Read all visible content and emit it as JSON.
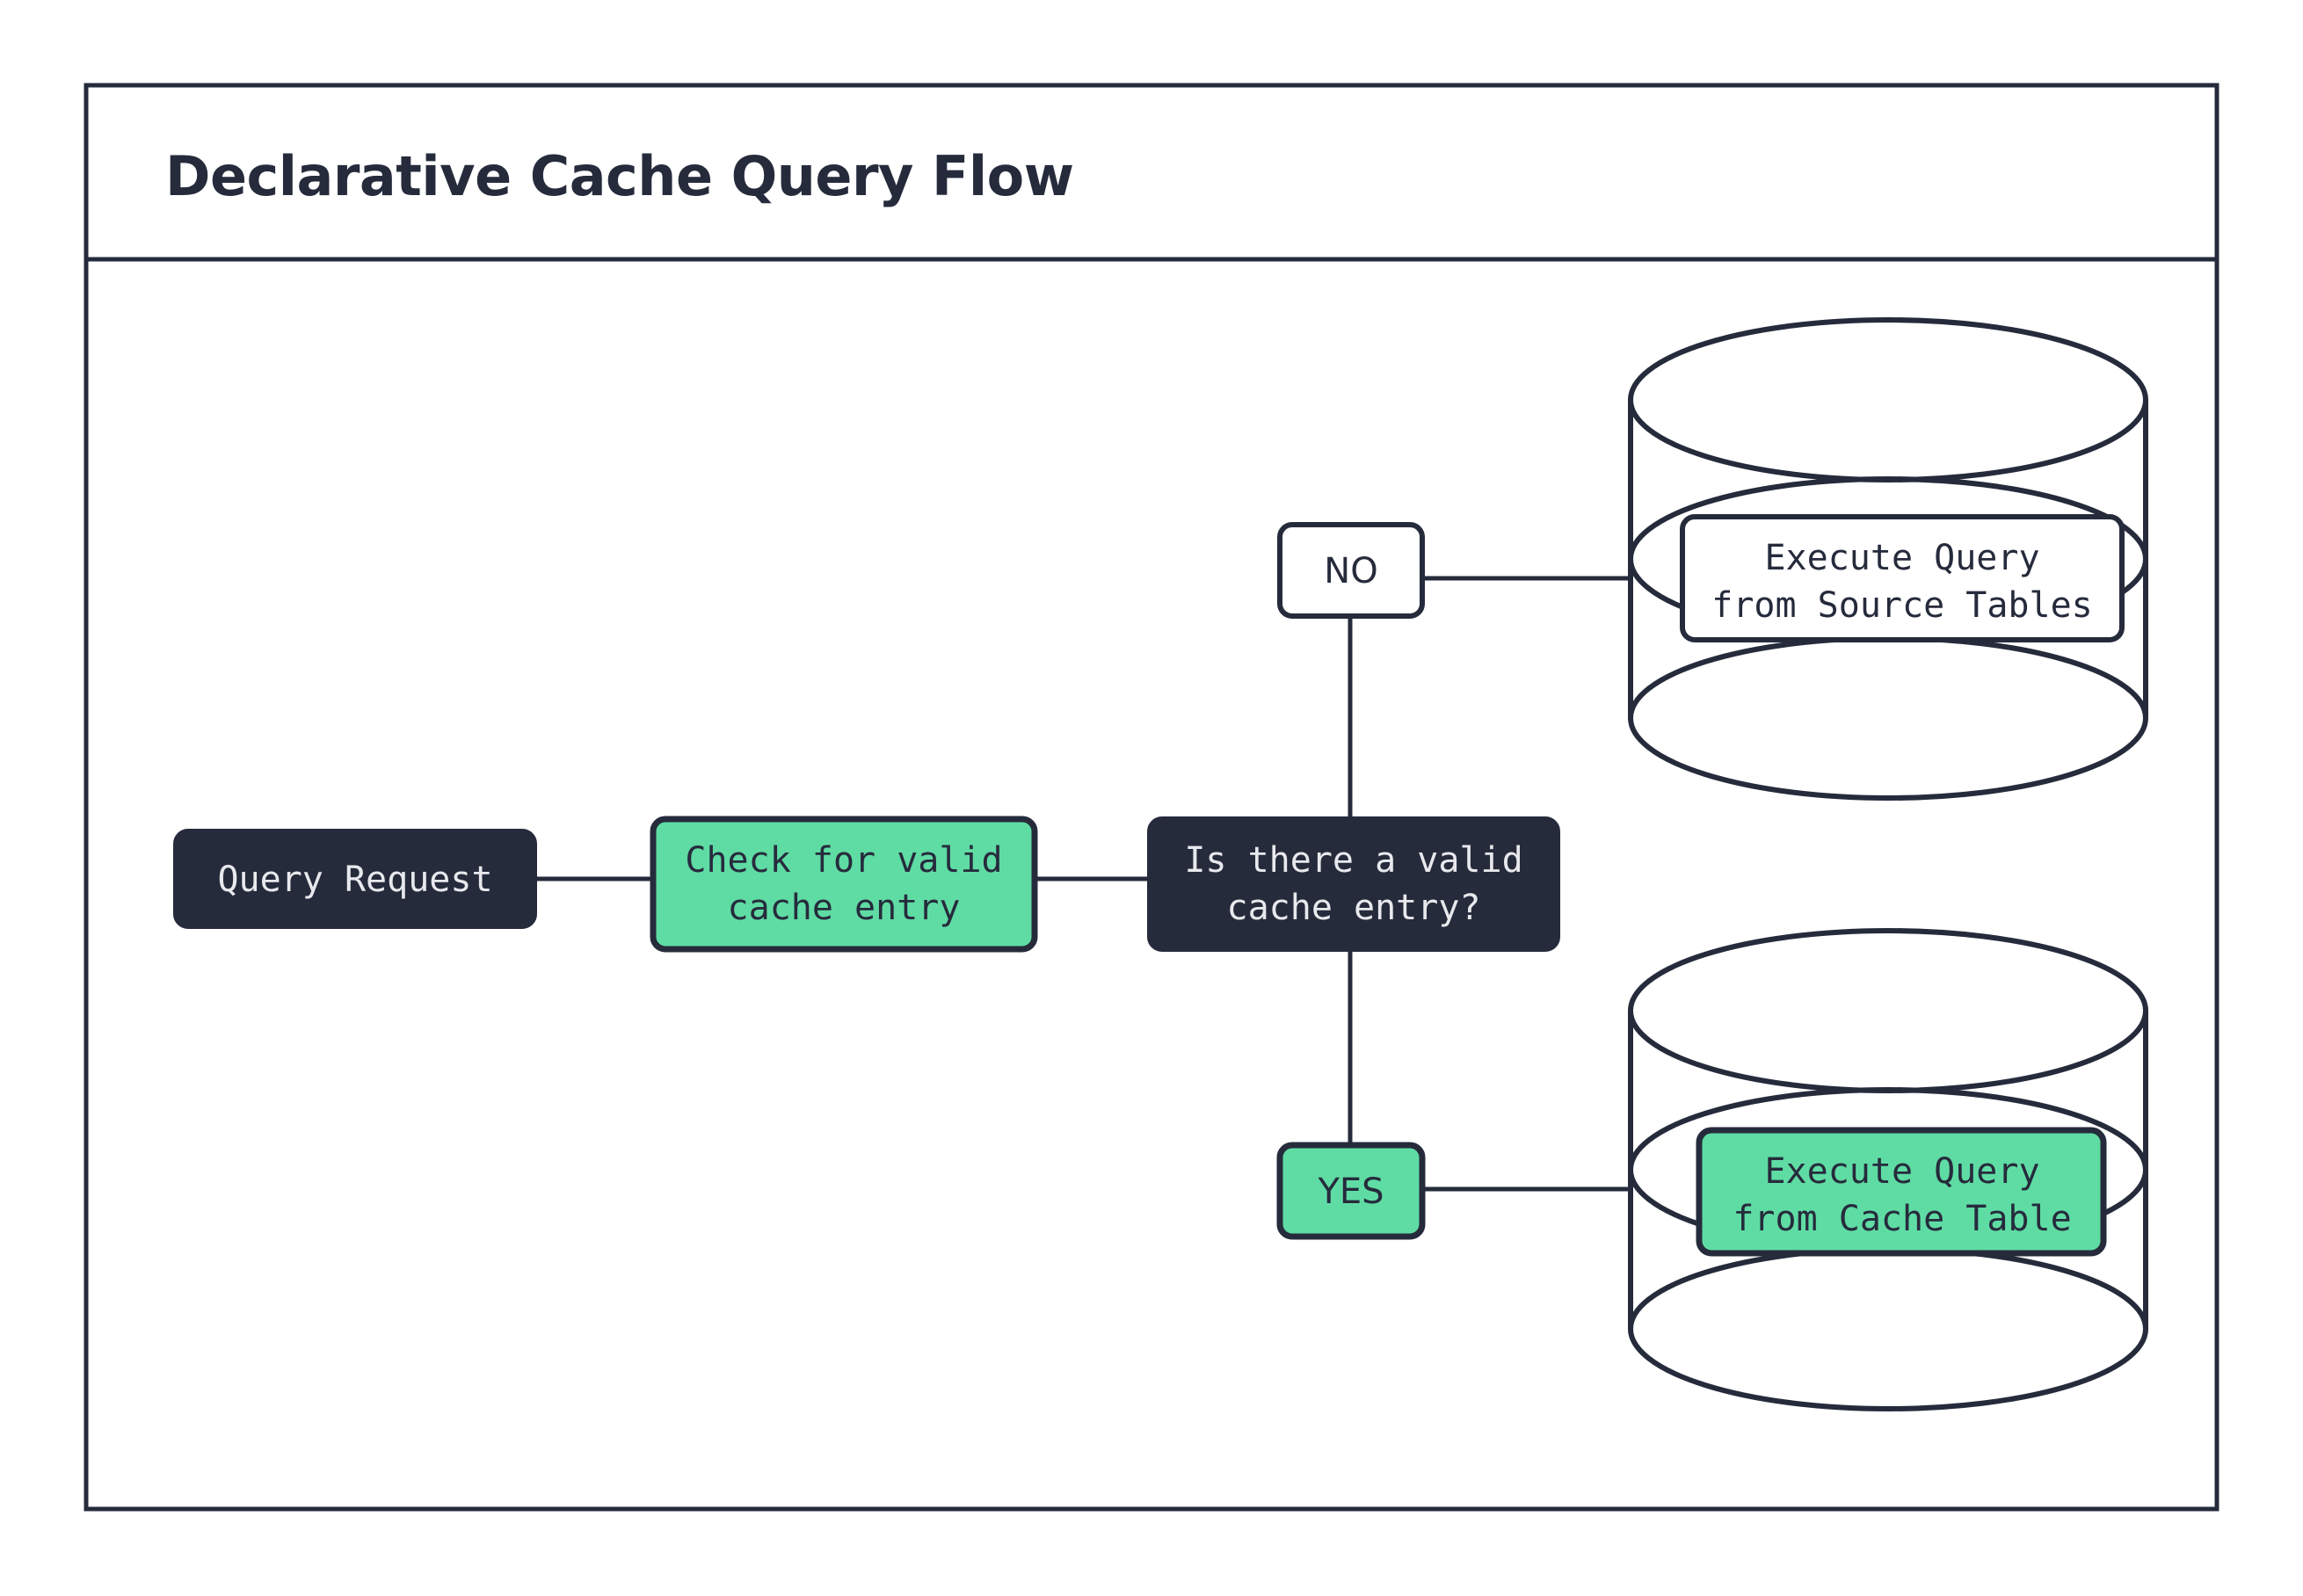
{
  "frame": {
    "title": "Declarative Cache Query Flow"
  },
  "colors": {
    "ink": "#262B3C",
    "green": "#5FDCA4",
    "white": "#FFFFFF",
    "text_light": "#E8E9ED"
  },
  "nodes": {
    "query_request": {
      "label": "Query Request",
      "style": "dark"
    },
    "check_cache": {
      "line1": "Check for valid",
      "line2": "cache entry",
      "style": "green"
    },
    "decision": {
      "line1": "Is there a valid",
      "line2": "cache entry?",
      "style": "dark"
    },
    "no_label": {
      "label": "NO",
      "style": "white"
    },
    "yes_label": {
      "label": "YES",
      "style": "green"
    },
    "source_tables": {
      "line1": "Execute Query",
      "line2": "from Source Tables",
      "style": "white"
    },
    "cache_table": {
      "line1": "Execute Query",
      "line2": "from Cache Table",
      "style": "green"
    }
  },
  "shapes": {
    "source_database_cylinder": "database-cylinder-icon",
    "cache_database_cylinder": "database-cylinder-icon"
  },
  "edges": [
    {
      "from": "query_request",
      "to": "check_cache"
    },
    {
      "from": "check_cache",
      "to": "decision"
    },
    {
      "from": "decision",
      "to": "no_label"
    },
    {
      "from": "decision",
      "to": "yes_label"
    },
    {
      "from": "no_label",
      "to": "source_tables"
    },
    {
      "from": "yes_label",
      "to": "cache_table"
    }
  ]
}
